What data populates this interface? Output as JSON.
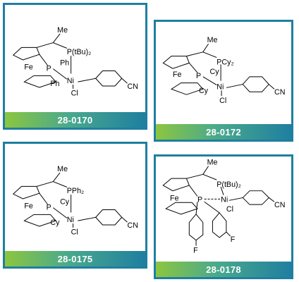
{
  "cards": [
    {
      "label": "28-0170",
      "structure": {
        "me": "Me",
        "top_phosphine": "P(tBu)₂",
        "fe": "Fe",
        "left_phosphorus": "P",
        "sub_1": "Ph",
        "sub_2": "Ph",
        "metal": "Ni",
        "halide": "Cl",
        "nitrile": "CN"
      }
    },
    {
      "label": "28-0172",
      "structure": {
        "me": "Me",
        "top_phosphine": "PCy₂",
        "fe": "Fe",
        "left_phosphorus": "P",
        "sub_1": "Cy",
        "sub_2": "Cy",
        "metal": "Ni",
        "halide": "Cl",
        "nitrile": "CN"
      }
    },
    {
      "label": "28-0175",
      "structure": {
        "me": "Me",
        "top_phosphine": "PPh₂",
        "fe": "Fe",
        "left_phosphorus": "P",
        "sub_1": "Cy",
        "sub_2": "Cy",
        "metal": "Ni",
        "halide": "Cl",
        "nitrile": "CN"
      }
    },
    {
      "label": "28-0178",
      "structure": {
        "me": "Me",
        "top_phosphine": "P(tBu)₂",
        "fe": "Fe",
        "left_phosphorus": "P",
        "metal": "Ni",
        "halide": "Cl",
        "nitrile": "CN",
        "fluoro_1": "F",
        "fluoro_2": "F"
      }
    }
  ],
  "colors": {
    "border": "#1f7fa0",
    "banner_start": "#8cc63f",
    "banner_end": "#1f7fa0"
  }
}
